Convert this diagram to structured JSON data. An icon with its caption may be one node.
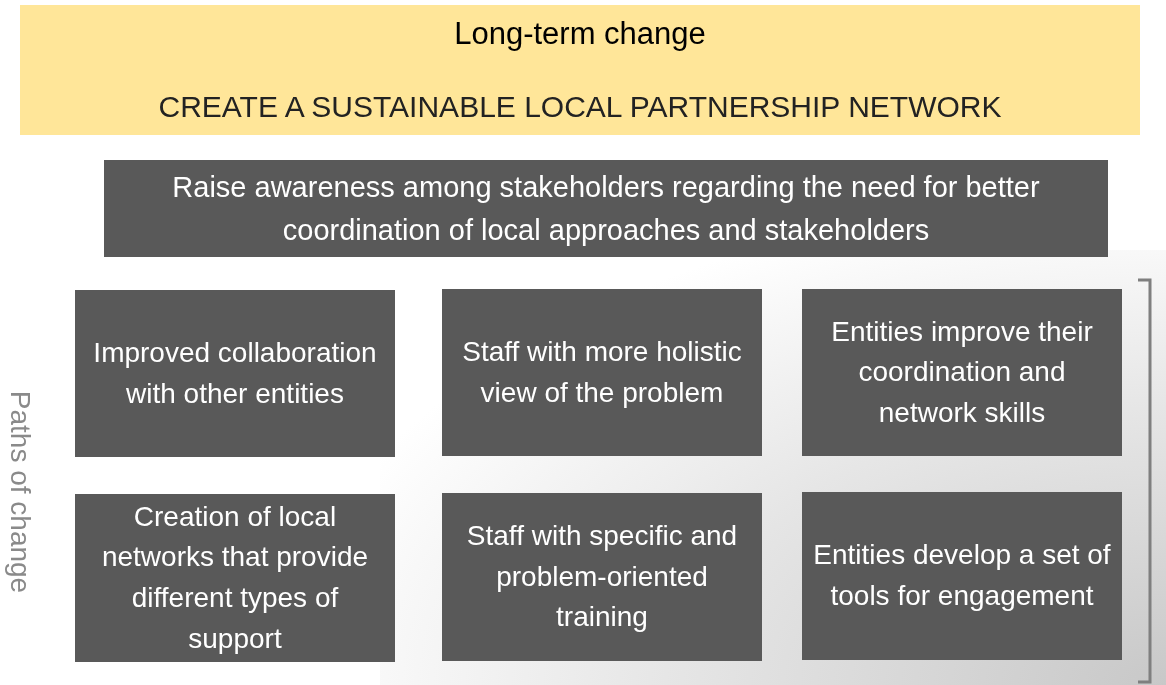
{
  "diagram": {
    "nodes": [
      {
        "text": [
          "Long-term change",
          "CREATE A SUSTAINABLE LOCAL PARTNERSHIP NETWORK"
        ]
      },
      {
        "text": [
          "Raise awareness among stakeholders regarding the need for better coordination of local approaches and stakeholders"
        ]
      },
      {
        "text": [
          "Improved collaboration with other entities"
        ]
      },
      {
        "text": [
          "Staff with more holistic view of the problem"
        ]
      },
      {
        "text": [
          "Entities improve their coordination and network skills"
        ]
      },
      {
        "text": [
          "Creation of local networks that provide different types of support"
        ]
      },
      {
        "text": [
          "Staff with specific and problem-oriented training"
        ]
      },
      {
        "text": [
          "Entities develop  a set of tools for engagement"
        ]
      }
    ],
    "labels": [
      "Paths of change"
    ]
  }
}
